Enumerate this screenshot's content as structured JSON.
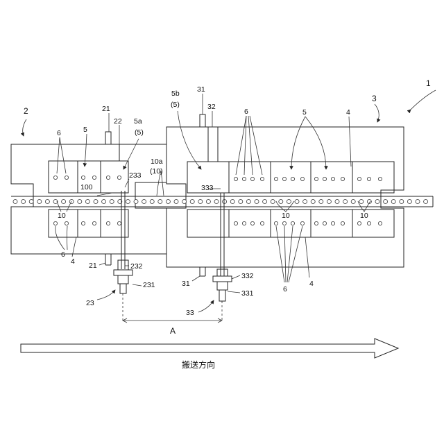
{
  "labels": {
    "n1": "1",
    "n2": "2",
    "n3": "3",
    "n21_top": "21",
    "n22": "22",
    "n5a": "5a",
    "n5a_p": "(5)",
    "n5b": "5b",
    "n5b_p": "(5)",
    "n31_top": "31",
    "n32": "32",
    "n6_top_left": "6",
    "n5_left": "5",
    "n100": "100",
    "n233": "233",
    "n10a": "10a",
    "n10a_p": "(10)",
    "n6_top_right": "6",
    "n5_top_right": "5",
    "n4_top_right": "4",
    "n333": "333",
    "n10_left": "10",
    "n6_bottom_left": "6",
    "n4_bottom_left": "4",
    "n21_bottom": "21",
    "n232": "232",
    "n231": "231",
    "n23": "23",
    "n31_bottom": "31",
    "n332": "332",
    "n331": "331",
    "n33": "33",
    "n10_mid": "10",
    "n10_right": "10",
    "n4_bottom_right": "4",
    "n6_bottom_right": "6",
    "dim_A": "A"
  },
  "caption": {
    "direction": "搬送方向"
  },
  "colors": {
    "line": "#222222",
    "background": "#ffffff"
  }
}
